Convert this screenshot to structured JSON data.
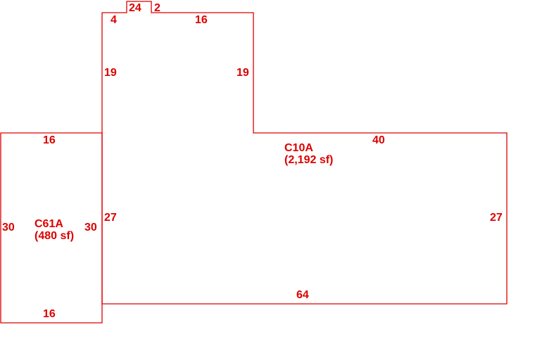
{
  "colors": {
    "ink": "#dd0000",
    "background": "#ffffff"
  },
  "areas": {
    "main": {
      "code": "C10A",
      "area": "(2,192 sf)"
    },
    "annex": {
      "code": "C61A",
      "area": "(480 sf)"
    }
  },
  "dimensions": {
    "notch_top": "24",
    "notch_right": "2",
    "notch_left": "4",
    "upper_top": "16",
    "upper_left": "19",
    "upper_right": "19",
    "main_top": "40",
    "main_right": "27",
    "main_bottom": "64",
    "main_left": "27",
    "annex_top": "16",
    "annex_left": "30",
    "annex_right": "30",
    "annex_bottom": "16"
  }
}
